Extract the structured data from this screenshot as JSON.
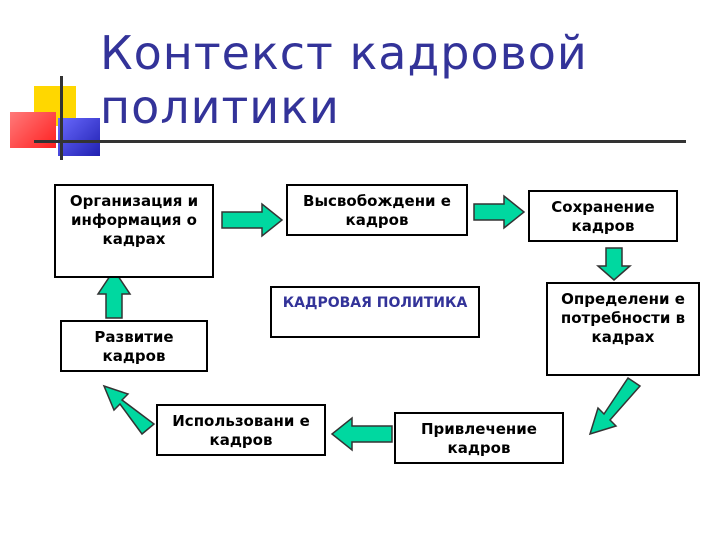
{
  "title": "Контекст кадровой политики",
  "colors": {
    "title": "#333399",
    "arrow_fill": "#00d8a0",
    "deco_yellow": "#ffd700",
    "deco_red": "#ff3b3b",
    "deco_blue": "#3333cc"
  },
  "center": "КАДРОВАЯ ПОЛИТИКА",
  "nodes": {
    "organization": "Организация и информация о кадрах",
    "release": "Высвобождени е кадров",
    "retention": "Сохранение кадров",
    "needs": "Определени е потребности в кадрах",
    "attraction": "Привлечение кадров",
    "usage": "Использовани е кадров",
    "development": "Развитие кадров"
  }
}
